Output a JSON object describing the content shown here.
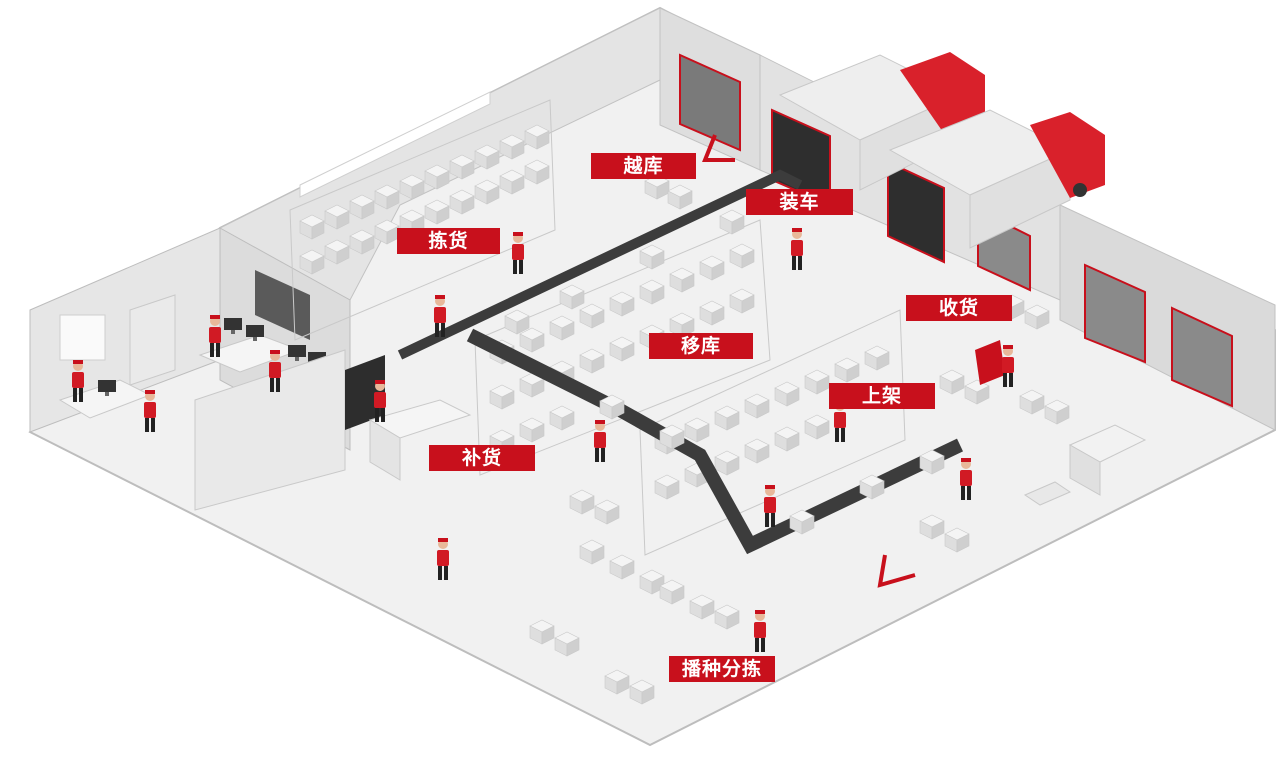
{
  "labels": {
    "cross_dock": "越库",
    "loading": "装车",
    "picking": "拣货",
    "receiving": "收货",
    "transfer": "移库",
    "putaway": "上架",
    "replenish": "补货",
    "sorting": "播种分拣"
  },
  "colors": {
    "accent": "#c8101c",
    "floor": "#f1f1f1",
    "wall": "#dcdcdc",
    "conveyor": "#3c3c3c"
  }
}
